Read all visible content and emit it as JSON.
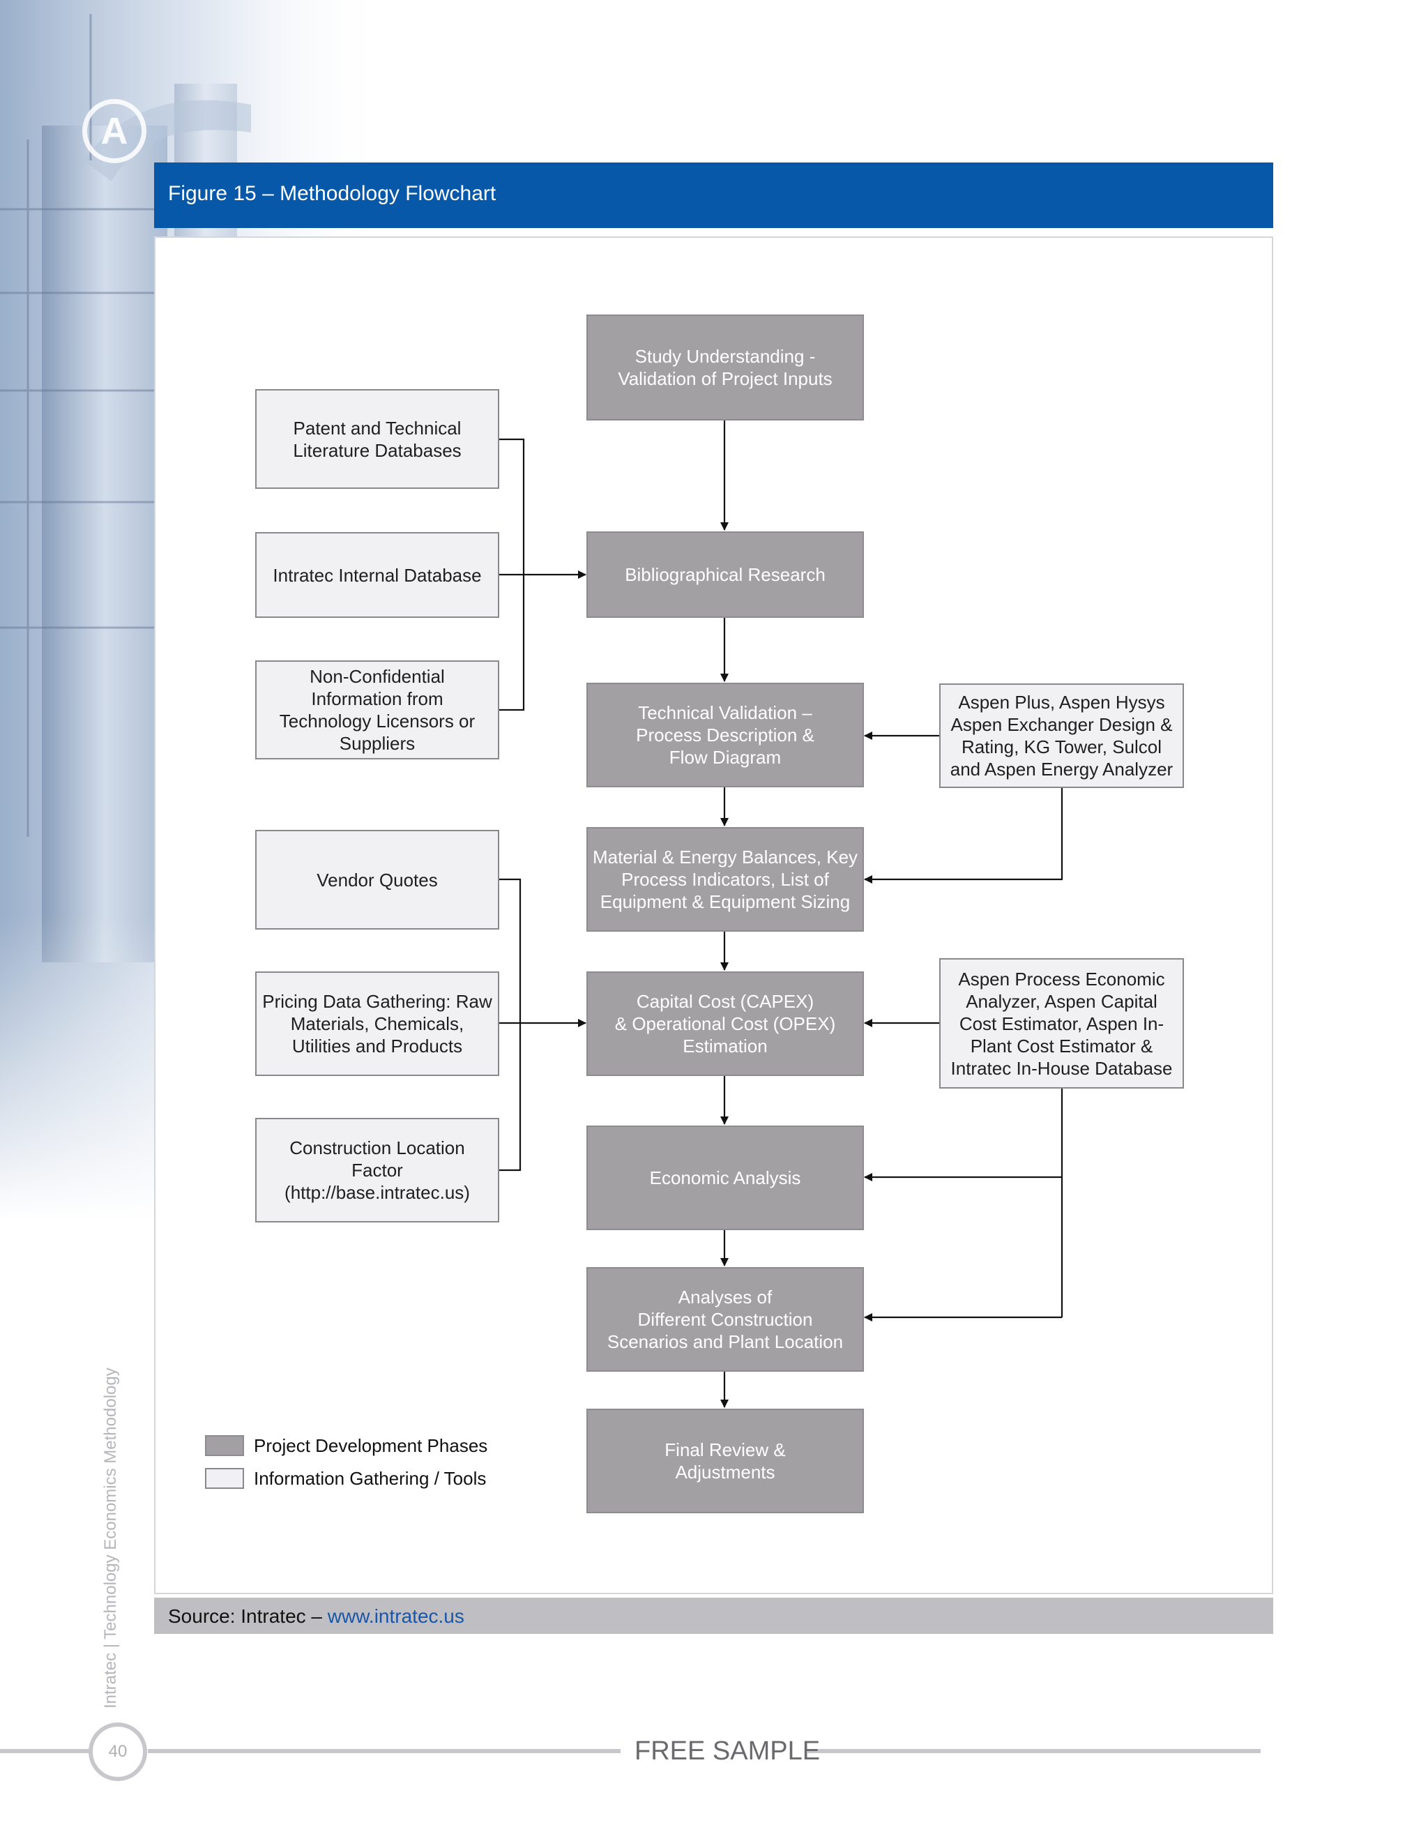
{
  "figure": {
    "title": "Figure 15 – Methodology Flowchart"
  },
  "phases": {
    "study_understanding": "Study Understanding -\nValidation of Project Inputs",
    "bibliographical_research": "Bibliographical Research",
    "technical_validation": "Technical Validation –\nProcess Description &\nFlow Diagram",
    "material_energy": "Material & Energy Balances, Key\nProcess Indicators, List of\nEquipment & Equipment Sizing",
    "capex_opex": "Capital Cost (CAPEX)\n& Operational Cost (OPEX)\nEstimation",
    "economic_analysis": "Economic Analysis",
    "scenarios": "Analyses of\nDifferent Construction\nScenarios and Plant Location",
    "final_review": "Final Review &\nAdjustments"
  },
  "info_sources": {
    "patent_literature": "Patent and Technical\nLiterature Databases",
    "intratec_internal": "Intratec Internal Database",
    "non_confidential": "Non-Confidential\nInformation from\nTechnology Licensors or\nSuppliers",
    "vendor_quotes": "Vendor Quotes",
    "pricing_data": "Pricing Data Gathering: Raw\nMaterials, Chemicals,\nUtilities and Products",
    "construction_location": "Construction Location\nFactor\n(http://base.intratec.us)",
    "aspen_plus_tools": "Aspen Plus, Aspen Hysys\nAspen Exchanger Design &\nRating, KG Tower, Sulcol\nand Aspen Energy Analyzer",
    "aspen_economic_tools": "Aspen Process Economic\nAnalyzer, Aspen Capital\nCost Estimator, Aspen In-\nPlant Cost Estimator &\nIntratec In-House Database"
  },
  "legend": {
    "phases_label": "Project Development Phases",
    "info_label": "Information Gathering / Tools"
  },
  "source": {
    "prefix": "Source: Intratec – ",
    "link": "www.intratec.us"
  },
  "side_label": "Intratec | Technology Economics Methodology",
  "footer": {
    "page_number": "40",
    "free_sample": "FREE SAMPLE"
  },
  "colors": {
    "header_blue": "#0758a8",
    "phase_fill": "#a2a0a3",
    "info_fill": "#f1f0f3",
    "link_blue": "#1a56a8"
  }
}
